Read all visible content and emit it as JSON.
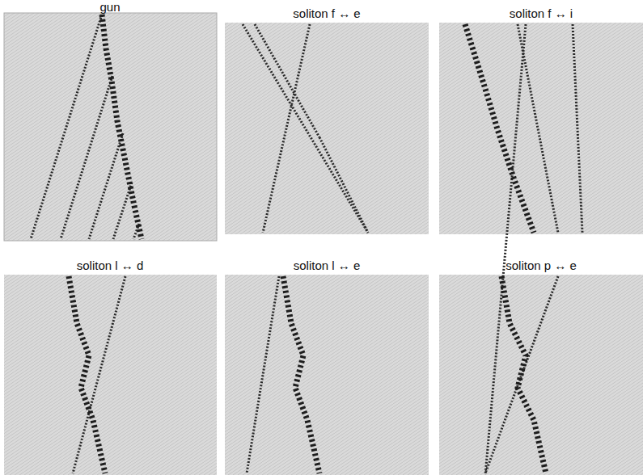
{
  "diagram": {
    "labels": [
      "gun",
      "soliton f ↔ e",
      "soliton f ↔ i",
      "soliton l ↔ d",
      "soliton l ↔ e",
      "soliton p ↔ e"
    ]
  }
}
